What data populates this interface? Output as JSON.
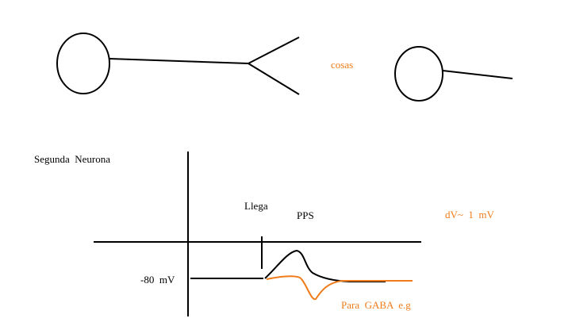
{
  "labels": {
    "cosas": "cosas",
    "segunda_neurona": "Segunda  Neurona",
    "llega": "Llega",
    "pps": "PPS",
    "dv": "dV~  1  mV",
    "resting": "-80  mV",
    "gaba": "Para  GABA  e.g"
  },
  "colors": {
    "ink": "#000000",
    "accent": "#f07c1a"
  }
}
